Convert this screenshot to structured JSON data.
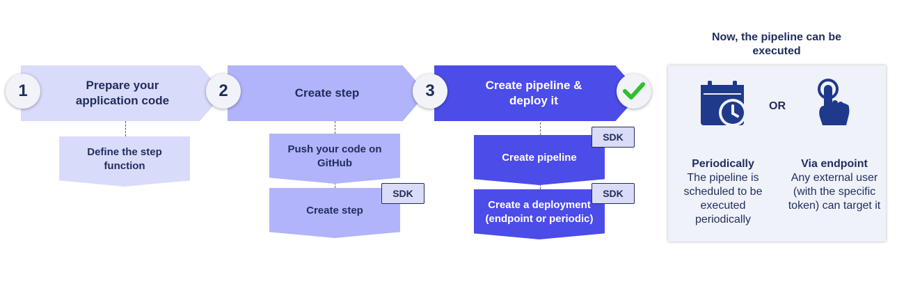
{
  "steps": [
    {
      "number": "1",
      "title": "Prepare your application code"
    },
    {
      "number": "2",
      "title": "Create step"
    },
    {
      "number": "3",
      "title": "Create pipeline & deploy it"
    }
  ],
  "substeps": {
    "define": "Define the step function",
    "push": "Push your code on GitHub",
    "create_step": "Create step",
    "create_pipeline": "Create pipeline",
    "create_deployment": "Create a deployment (endpoint or periodic)"
  },
  "sdk_label": "SDK",
  "execution": {
    "heading": "Now, the pipeline can be executed",
    "or_label": "OR",
    "options": [
      {
        "title": "Periodically",
        "description": "The pipeline is scheduled to be executed periodically",
        "icon": "calendar-clock-icon"
      },
      {
        "title": "Via endpoint",
        "description": "Any external user (with the specific token) can target it",
        "icon": "tap-hand-icon"
      }
    ]
  },
  "colors": {
    "step1": "#d9dbfb",
    "step2": "#b1b4fb",
    "step3": "#4c4ce8",
    "text_dark": "#1f2d5c",
    "check_green": "#2ec02e"
  }
}
